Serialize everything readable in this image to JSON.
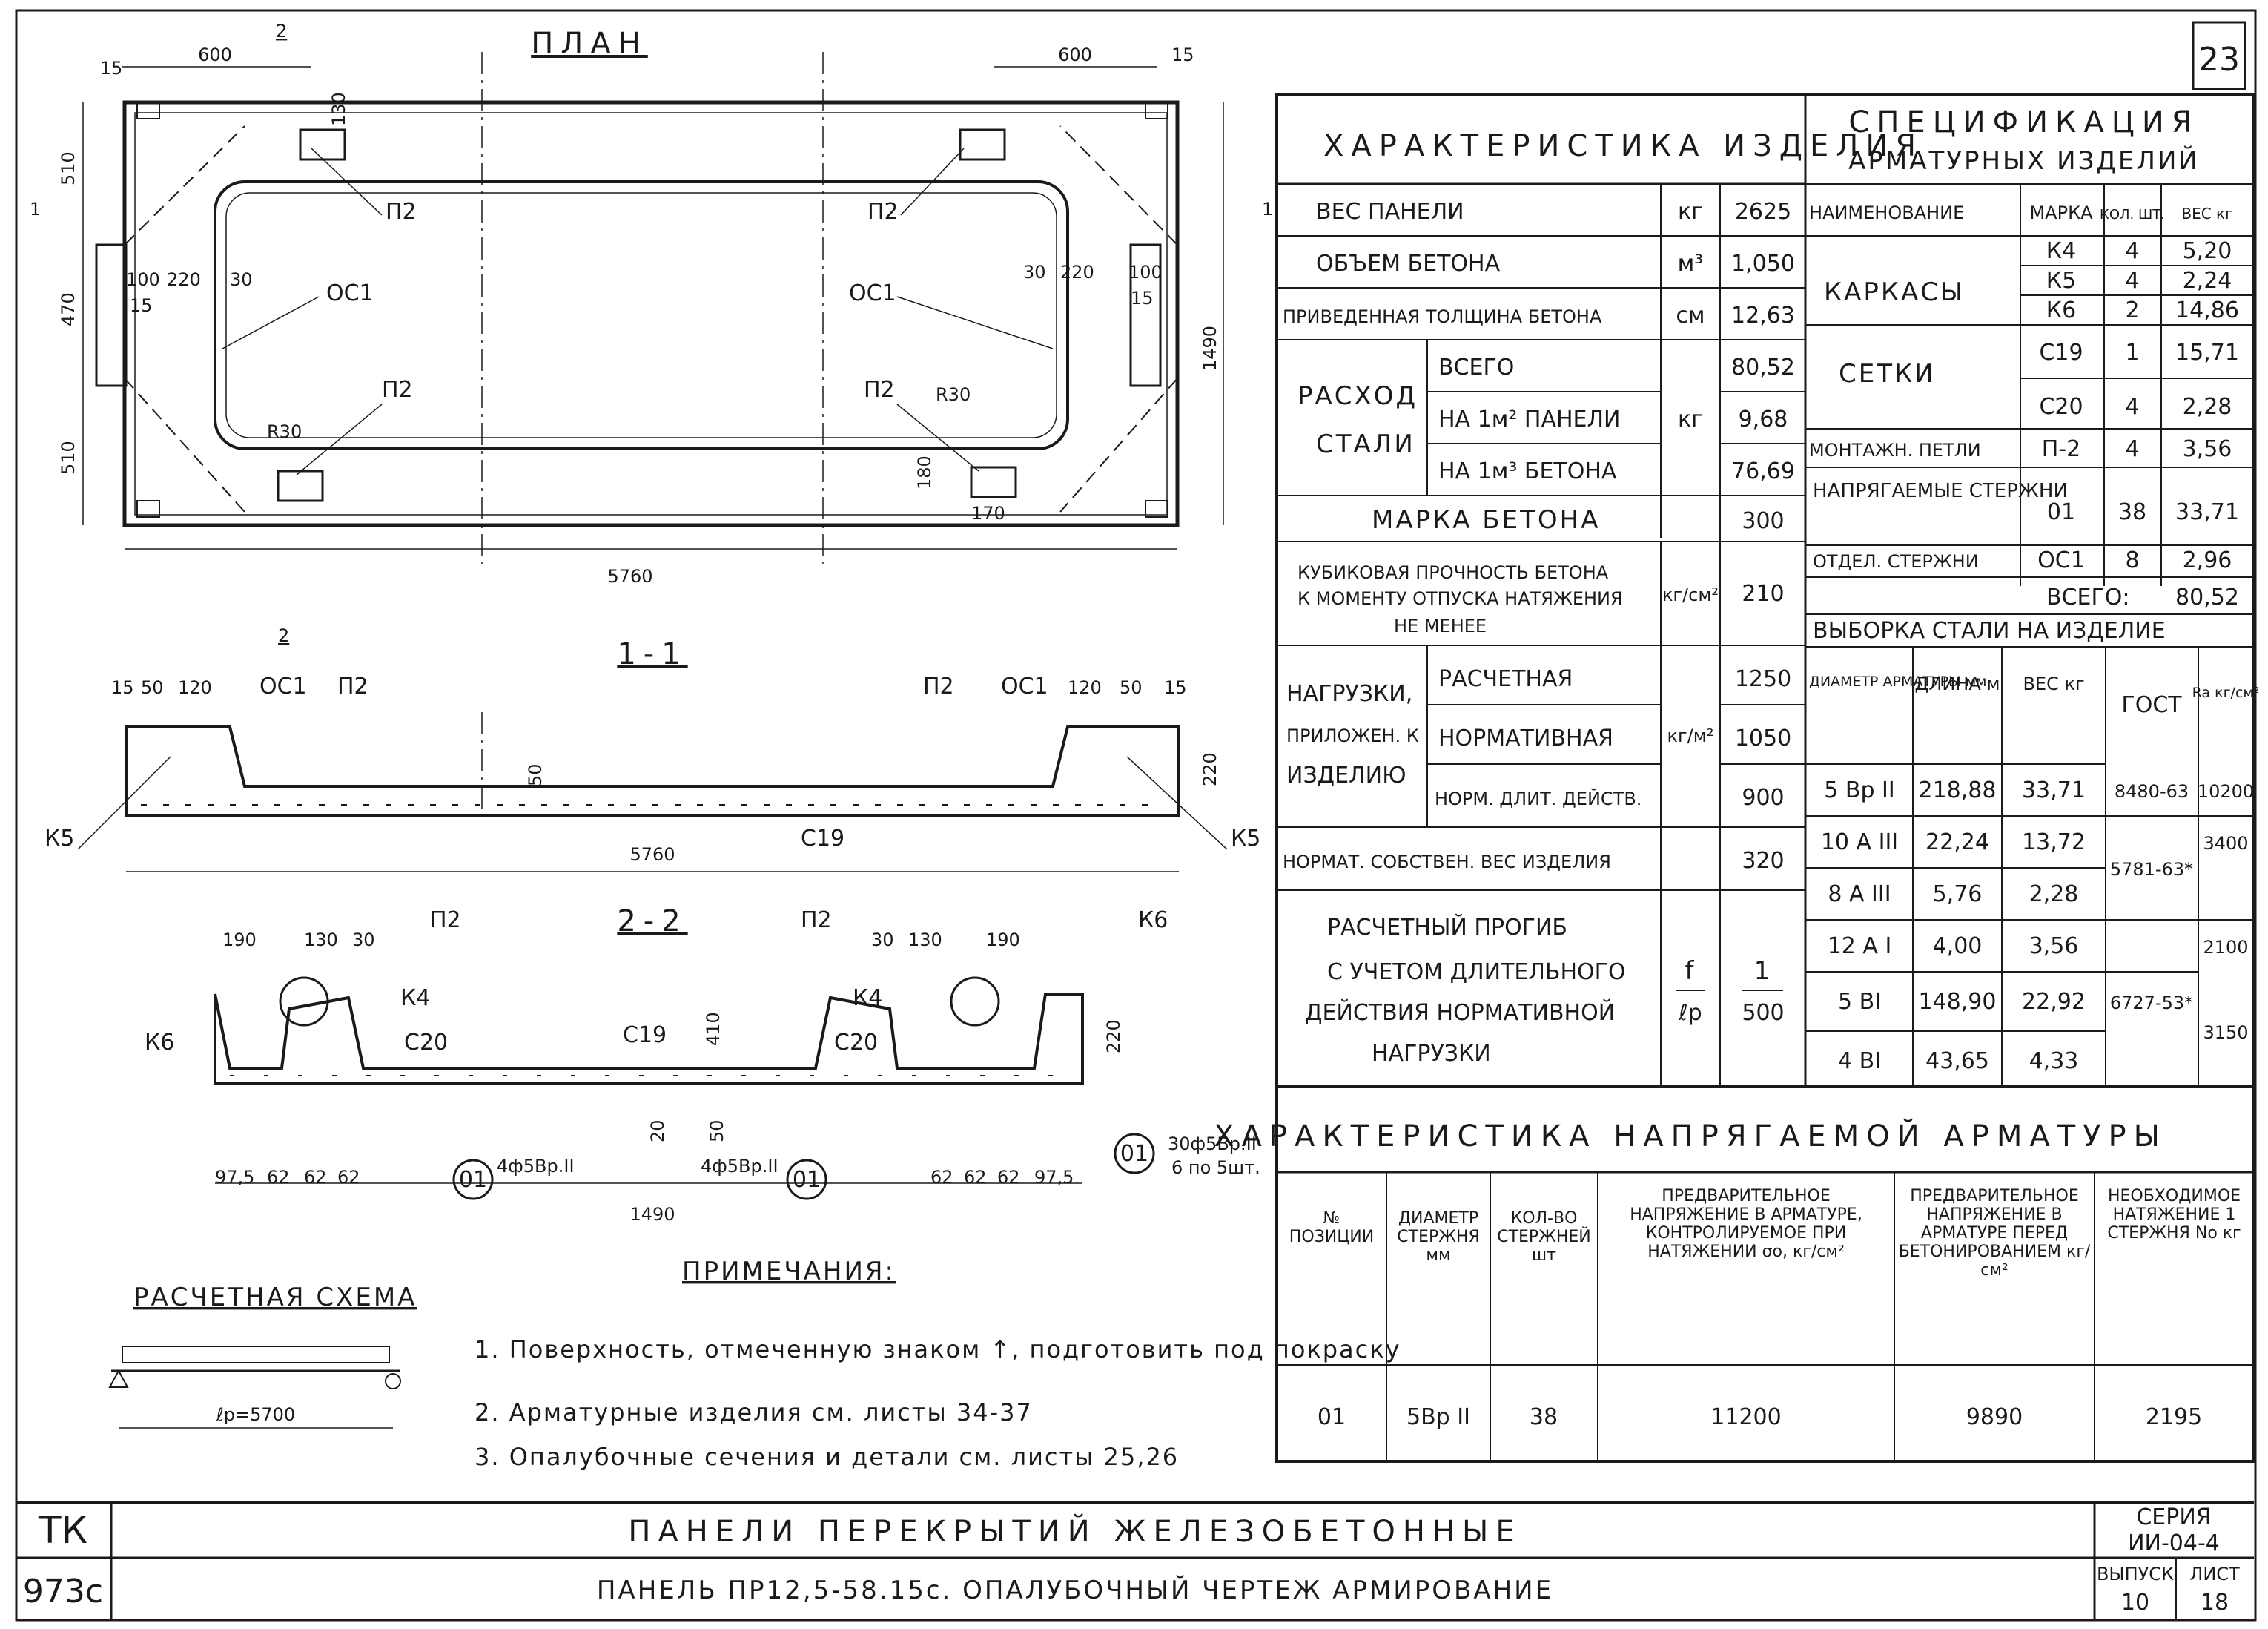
{
  "sheet_number": "23",
  "plan": {
    "title": "ПЛАН",
    "dims": {
      "left_top": "600",
      "right_top": "600",
      "edge_15": "15",
      "mark_130": "130",
      "left_510_top": "510",
      "left_470": "470",
      "left_510_bot": "510",
      "right_1490": "1490",
      "bottom_5760": "5760",
      "len_100": "100",
      "len_220": "220",
      "len_30": "30",
      "r30": "R30",
      "d15": "15",
      "mark_180": "180",
      "mark_170": "170",
      "sect2": "2",
      "sect1": "1"
    },
    "labels": {
      "p2": "П2",
      "oc1": "ОС1"
    }
  },
  "section_1_1": {
    "title": "1-1",
    "dims": {
      "d15": "15",
      "d50": "50",
      "d120": "120",
      "d220": "220",
      "d5760": "5760",
      "d50v": "50"
    },
    "labels": {
      "oc1": "ОС1",
      "p2": "П2",
      "c19": "С19",
      "k5": "К5"
    }
  },
  "section_2_2": {
    "title": "2-2",
    "dims": {
      "d190": "190",
      "d130": "130",
      "d30": "30",
      "d410": "410",
      "d220": "220",
      "d20": "20",
      "d50": "50",
      "d975": "97,5",
      "d62": "62",
      "d1490": "1490"
    },
    "labels": {
      "p2": "П2",
      "k6": "К6",
      "k4": "К4",
      "c20": "С20",
      "c19": "С19",
      "pos01": "01",
      "bars_left": "4ф5Вр.II",
      "bars_right": "4ф5Вр.II",
      "bars_callout": "30ф5Вр.II",
      "bars_callout2": "6 по 5шт."
    }
  },
  "scheme": {
    "title": "РАСЧЕТНАЯ СХЕМА",
    "span": "ℓр=5700"
  },
  "notes": {
    "title": "ПРИМЕЧАНИЯ:",
    "items": [
      "1. Поверхность, отмеченную знаком ↑, подготовить под покраску",
      "2. Арматурные изделия см. листы 34-37",
      "3. Опалубочные сечения и детали см. листы 25,26"
    ]
  },
  "characteristics": {
    "title": "ХАРАКТЕРИСТИКА ИЗДЕЛИЯ",
    "rows": [
      {
        "label": "ВЕС ПАНЕЛИ",
        "unit": "кг",
        "value": "2625"
      },
      {
        "label": "ОБЪЕМ БЕТОНА",
        "unit": "м³",
        "value": "1,050"
      },
      {
        "label": "ПРИВЕДЕННАЯ ТОЛЩИНА БЕТОНА",
        "unit": "см",
        "value": "12,63"
      }
    ],
    "steel": {
      "label1": "РАСХОД",
      "label2": "СТАЛИ",
      "unit": "кг",
      "rows": [
        {
          "label": "ВСЕГО",
          "value": "80,52"
        },
        {
          "label": "НА 1м² ПАНЕЛИ",
          "value": "9,68"
        },
        {
          "label": "НА 1м³ БЕТОНА",
          "value": "76,69"
        }
      ]
    },
    "concrete_grade": {
      "label": "МАРКА БЕТОНА",
      "value": "300"
    },
    "cube_strength": {
      "line1": "КУБИКОВАЯ ПРОЧНОСТЬ БЕТОНА",
      "line2": "К МОМЕНТУ ОТПУСКА НАТЯЖЕНИЯ",
      "line3": "НЕ МЕНЕЕ",
      "unit": "кг/см²",
      "value": "210"
    },
    "loads": {
      "label1": "НАГРУЗКИ,",
      "label2": "ПРИЛОЖЕН. К",
      "label3": "ИЗДЕЛИЮ",
      "unit": "кг/м²",
      "rows": [
        {
          "label": "РАСЧЕТНАЯ",
          "value": "1250"
        },
        {
          "label": "НОРМАТИВНАЯ",
          "value": "1050"
        },
        {
          "label": "НОРМ. ДЛИТ. ДЕЙСТВ.",
          "value": "900"
        }
      ]
    },
    "self_weight": {
      "label": "НОРМАТ. СОБСТВЕН. ВЕС ИЗДЕЛИЯ",
      "value": "320"
    },
    "deflection": {
      "line1": "РАСЧЕТНЫЙ ПРОГИБ",
      "line2": "С УЧЕТОМ ДЛИТЕЛЬНОГО",
      "line3": "ДЕЙСТВИЯ НОРМАТИВНОЙ",
      "line4": "НАГРУЗКИ",
      "unit_top": "f",
      "unit_bot": "ℓр",
      "value_top": "1",
      "value_bot": "500"
    }
  },
  "specification": {
    "title1": "СПЕЦИФИКАЦИЯ",
    "title2": "АРМАТУРНЫХ ИЗДЕЛИЙ",
    "headers": {
      "name": "НАИМЕНОВАНИЕ",
      "mark": "МАРКА",
      "qty": "КОЛ. ШТ.",
      "weight": "ВЕС кг"
    },
    "groups": [
      {
        "name": "КАРКАСЫ",
        "rows": [
          {
            "mark": "К4",
            "qty": "4",
            "weight": "5,20"
          },
          {
            "mark": "К5",
            "qty": "4",
            "weight": "2,24"
          },
          {
            "mark": "К6",
            "qty": "2",
            "weight": "14,86"
          }
        ]
      },
      {
        "name": "СЕТКИ",
        "rows": [
          {
            "mark": "С19",
            "qty": "1",
            "weight": "15,71"
          },
          {
            "mark": "С20",
            "qty": "4",
            "weight": "2,28"
          }
        ]
      },
      {
        "name": "МОНТАЖН. ПЕТЛИ",
        "rows": [
          {
            "mark": "П-2",
            "qty": "4",
            "weight": "3,56"
          }
        ]
      },
      {
        "name": "НАПРЯГАЕМЫЕ СТЕРЖНИ",
        "rows": [
          {
            "mark": "01",
            "qty": "38",
            "weight": "33,71"
          }
        ]
      },
      {
        "name": "ОТДЕЛ. СТЕРЖНИ",
        "rows": [
          {
            "mark": "ОС1",
            "qty": "8",
            "weight": "2,96"
          }
        ]
      }
    ],
    "total_label": "ВСЕГО:",
    "total": "80,52"
  },
  "steel_selection": {
    "title": "ВЫБОРКА СТАЛИ НА ИЗДЕЛИЕ",
    "headers": {
      "diam": "ДИАМЕТР АРМАТУРЫ мм",
      "len": "ДЛИНА м",
      "weight": "ВЕС кг",
      "gost": "ГОСТ",
      "ra": "Ra кг/см²"
    },
    "rows": [
      {
        "diam": "5 Вр II",
        "len": "218,88",
        "weight": "33,71",
        "gost": "8480-63",
        "ra": "10200"
      },
      {
        "diam": "10 А III",
        "len": "22,24",
        "weight": "13,72",
        "gost": "5781-63*",
        "ra": "3400"
      },
      {
        "diam": "8 А III",
        "len": "5,76",
        "weight": "2,28",
        "gost": "",
        "ra": ""
      },
      {
        "diam": "12 А I",
        "len": "4,00",
        "weight": "3,56",
        "gost": "",
        "ra": "2100"
      },
      {
        "diam": "5 ВI",
        "len": "148,90",
        "weight": "22,92",
        "gost": "6727-53*",
        "ra": "3150"
      },
      {
        "diam": "4 ВI",
        "len": "43,65",
        "weight": "4,33",
        "gost": "",
        "ra": ""
      }
    ]
  },
  "prestress": {
    "title": "ХАРАКТЕРИСТИКА НАПРЯГАЕМОЙ АРМАТУРЫ",
    "headers": {
      "pos": "№ ПОЗИЦИИ",
      "diam": "ДИАМЕТР СТЕРЖНЯ мм",
      "qty": "КОЛ-ВО СТЕРЖНЕЙ шт",
      "ctrl": "ПРЕДВАРИТЕЛЬНОЕ НАПРЯЖЕНИЕ В АРМАТУРЕ, КОНТРОЛИРУЕМОЕ ПРИ НАТЯЖЕНИИ σо, кг/см²",
      "before": "ПРЕДВАРИТЕЛЬНОЕ НАПРЯЖЕНИЕ В АРМАТУРЕ ПЕРЕД БЕТОНИРОВАНИЕМ кг/см²",
      "need": "НЕОБХОДИМОЕ НАТЯЖЕНИЕ 1 СТЕРЖНЯ No кг"
    },
    "row": {
      "pos": "01",
      "diam": "5Вр II",
      "qty": "38",
      "ctrl": "11200",
      "before": "9890",
      "need": "2195"
    }
  },
  "stamp": {
    "tk": "ТК",
    "code": "973с",
    "title1": "ПАНЕЛИ ПЕРЕКРЫТИЙ ЖЕЛЕЗОБЕТОННЫЕ",
    "title2": "ПАНЕЛЬ ПР12,5-58.15с. ОПАЛУБОЧНЫЙ ЧЕРТЕЖ АРМИРОВАНИЕ",
    "series_label": "СЕРИЯ",
    "series": "ИИ-04-4",
    "issue_label": "ВЫПУСК",
    "issue": "10",
    "sheet_label": "ЛИСТ",
    "sheet": "18"
  }
}
